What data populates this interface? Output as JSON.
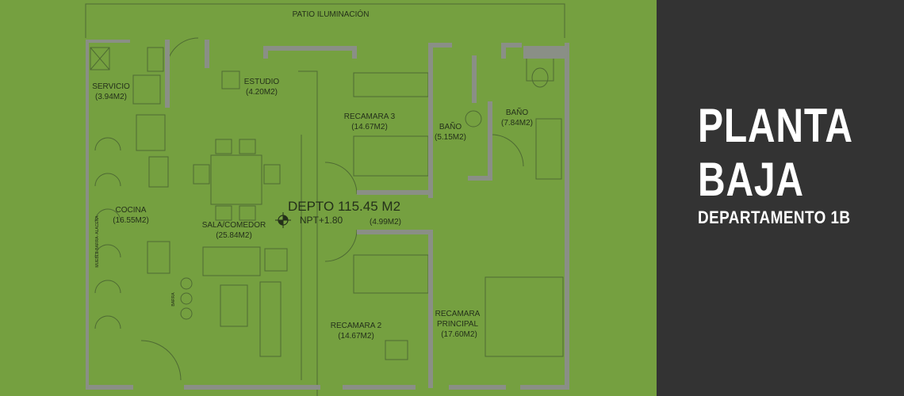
{
  "colors": {
    "plan_background": "#75a040",
    "title_background": "#333333",
    "wall": "#8a8f86",
    "line": "#4e6a33",
    "text": "#24301a",
    "title_text": "#ffffff"
  },
  "plan": {
    "patio_label": "PATIO ILUMINACIÓN",
    "total": "DEPTO 115.45 M2",
    "level": "NPT+1.80",
    "hall_area": "(4.99M2)",
    "bar_label": "BARRA",
    "cabinet_label": "MUEBLE BARRA- ALACENA",
    "rooms": [
      {
        "name": "SERVICIO",
        "area": "(3.94M2)"
      },
      {
        "name": "ESTUDIO",
        "area": "(4.20M2)"
      },
      {
        "name": "RECAMARA 3",
        "area": "(14.67M2)"
      },
      {
        "name": "BAÑO",
        "area": "(5.15M2)"
      },
      {
        "name": "BAÑO",
        "area": "(7.84M2)"
      },
      {
        "name": "COCINA",
        "area": "(16.55M2)"
      },
      {
        "name": "SALA/COMEDOR",
        "area": "(25.84M2)"
      },
      {
        "name": "RECAMARA 2",
        "area": "(14.67M2)"
      },
      {
        "name": "RECAMARA",
        "area": "PRINCIPAL"
      }
    ],
    "master_area": "(17.60M2)"
  },
  "title": {
    "line1": "PLANTA",
    "line2": "BAJA",
    "subtitle": "DEPARTAMENTO 1B"
  }
}
